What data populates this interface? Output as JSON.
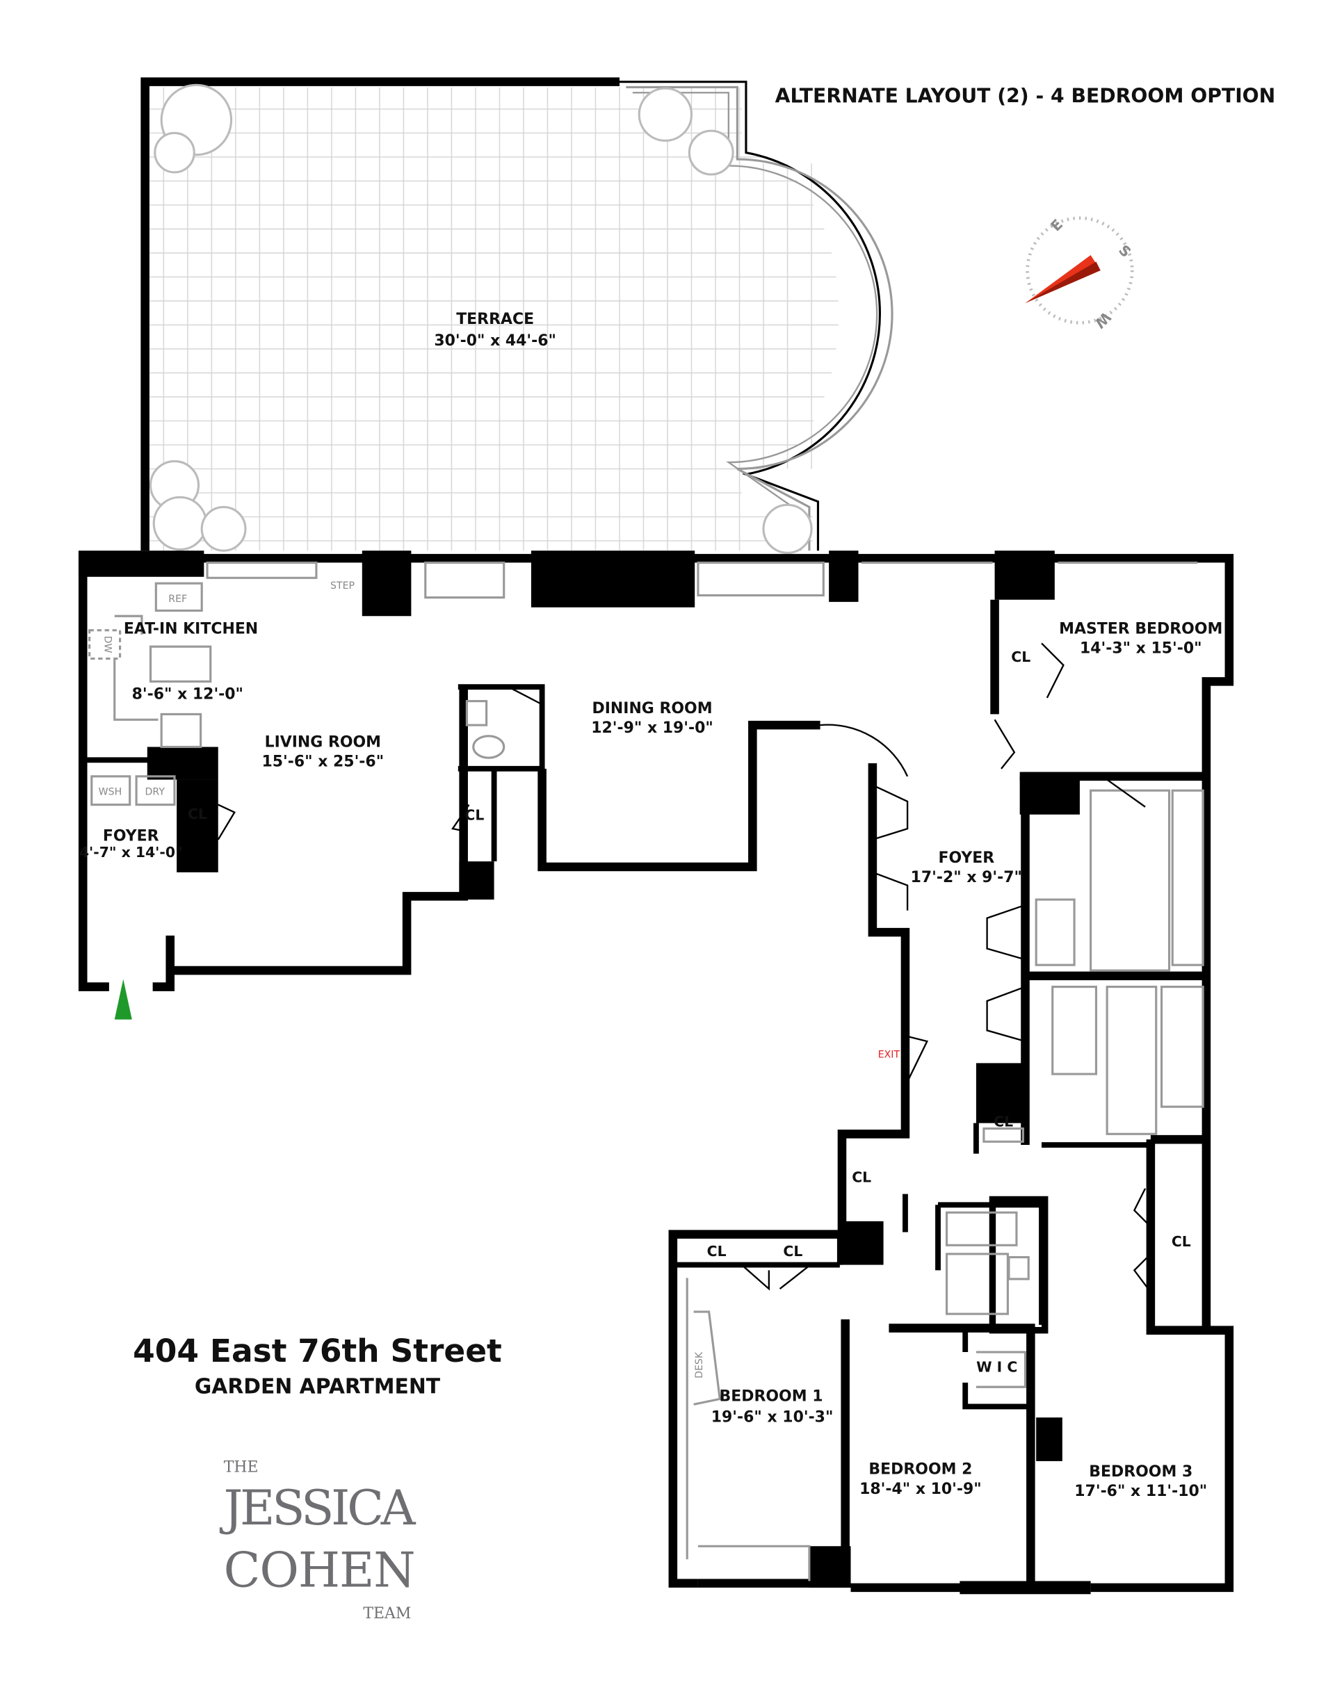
{
  "header": {
    "layout_title": "ALTERNATE LAYOUT (2) - 4 BEDROOM OPTION"
  },
  "address": {
    "street": "404 East 76th Street",
    "unit": "GARDEN APARTMENT"
  },
  "logo": {
    "line1": "THE",
    "line2": "JESSICA",
    "line3": "COHEN",
    "line4": "TEAM"
  },
  "compass": {
    "e": "E",
    "s": "S",
    "w": "W",
    "needle_color": "#e8321a"
  },
  "entry_arrow_color": "#1f9a2a",
  "rooms": {
    "terrace": {
      "name": "TERRACE",
      "dims": "30'-0\" x 44'-6\""
    },
    "kitchen": {
      "name": "EAT-IN KITCHEN",
      "dims": "8'-6\" x 12'-0\""
    },
    "living": {
      "name": "LIVING ROOM",
      "dims": "15'-6\" x 25'-6\""
    },
    "foyer_small": {
      "name": "FOYER",
      "dims": "4'-7\" x 14'-0\""
    },
    "dining": {
      "name": "DINING ROOM",
      "dims": "12'-9\" x 19'-0\""
    },
    "foyer_main": {
      "name": "FOYER",
      "dims": "17'-2\" x 9'-7\""
    },
    "master": {
      "name": "MASTER BEDROOM",
      "dims": "14'-3\" x 15'-0\""
    },
    "bedroom1": {
      "name": "BEDROOM 1",
      "dims": "19'-6\" x 10'-3\""
    },
    "bedroom2": {
      "name": "BEDROOM 2",
      "dims": "18'-4\" x 10'-9\""
    },
    "bedroom3": {
      "name": "BEDROOM 3",
      "dims": "17'-6\" x 11'-10\""
    }
  },
  "closet_label": "CL",
  "wic_label": "W I C",
  "fixtures": {
    "ref": "REF",
    "dw": "DW",
    "wsh": "WSH",
    "dry": "DRY",
    "step": "STEP",
    "desk": "DESK",
    "exit": "EXIT"
  }
}
